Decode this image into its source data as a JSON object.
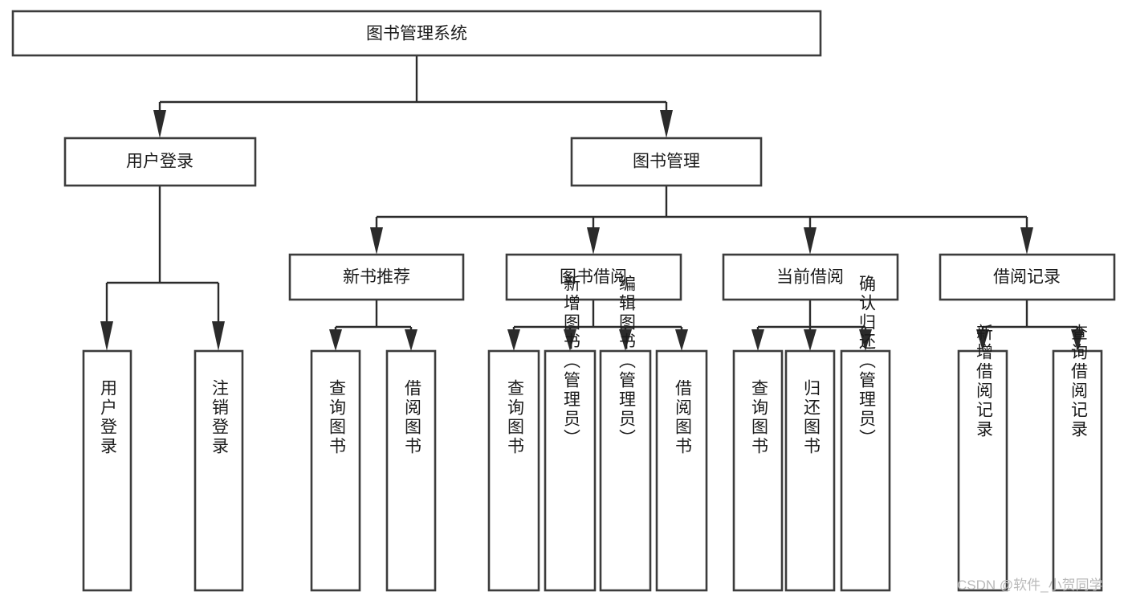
{
  "diagram": {
    "title": "图书管理系统",
    "type": "hierarchy-tree",
    "root": {
      "id": "root",
      "label": "图书管理系统",
      "level": 0
    },
    "level1": [
      {
        "id": "user-login",
        "label": "用户登录"
      },
      {
        "id": "book-management",
        "label": "图书管理"
      }
    ],
    "level2": [
      {
        "id": "new-book-recommend",
        "label": "新书推荐",
        "parent": "book-management"
      },
      {
        "id": "book-borrow",
        "label": "图书借阅",
        "parent": "book-management"
      },
      {
        "id": "current-borrow",
        "label": "当前借阅",
        "parent": "book-management"
      },
      {
        "id": "borrow-record",
        "label": "借阅记录",
        "parent": "book-management"
      }
    ],
    "leaves": {
      "user-login": [
        {
          "id": "leaf-user-login",
          "label": "用户登录"
        },
        {
          "id": "leaf-user-logout",
          "label": "注销登录"
        }
      ],
      "new-book-recommend": [
        {
          "id": "leaf-query-book-1",
          "label": "查询图书"
        },
        {
          "id": "leaf-borrow-book-1",
          "label": "借阅图书"
        }
      ],
      "book-borrow": [
        {
          "id": "leaf-query-book-2",
          "label": "查询图书"
        },
        {
          "id": "leaf-add-book",
          "label": "新增图书（管理员）"
        },
        {
          "id": "leaf-edit-book",
          "label": "编辑图书（管理员）"
        },
        {
          "id": "leaf-borrow-book-2",
          "label": "借阅图书"
        }
      ],
      "current-borrow": [
        {
          "id": "leaf-query-book-3",
          "label": "查询图书"
        },
        {
          "id": "leaf-return-book",
          "label": "归还图书"
        },
        {
          "id": "leaf-confirm-return",
          "label": "确认归还（管理员）"
        }
      ],
      "borrow-record": [
        {
          "id": "leaf-add-record",
          "label": "新增借阅记录"
        },
        {
          "id": "leaf-query-record",
          "label": "查询借阅记录"
        }
      ]
    }
  },
  "watermark": {
    "text": "CSDN @软件_小贺同学"
  },
  "colors": {
    "box_stroke": "#3c3c3c",
    "connector": "#2b2b2b",
    "text": "#1b1b1b",
    "background": "#ffffff",
    "watermark": "#b9b9b9"
  }
}
